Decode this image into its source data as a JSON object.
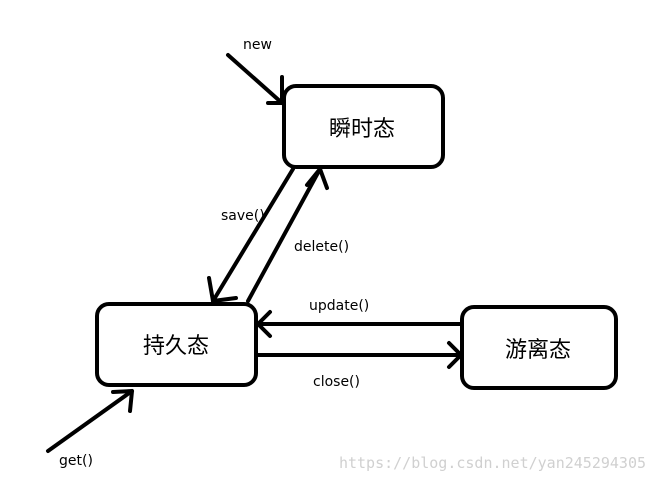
{
  "states": {
    "transient": "瞬时态",
    "persistent": "持久态",
    "detached": "游离态"
  },
  "transitions": {
    "new": "new",
    "save": "save()",
    "delete": "delete()",
    "update": "update()",
    "close": "close()",
    "get": "get()"
  },
  "watermark": "https://blog.csdn.net/yan245294305"
}
